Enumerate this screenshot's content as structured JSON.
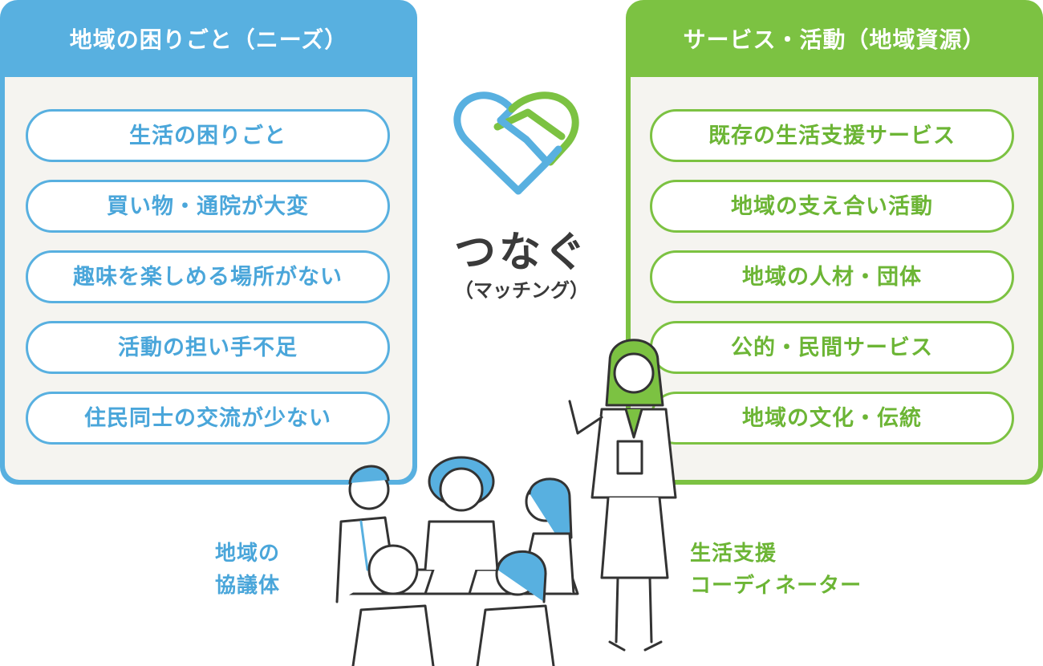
{
  "left_panel": {
    "title": "地域の困りごと（ニーズ）",
    "items": [
      "生活の困りごと",
      "買い物・通院が大変",
      "趣味を楽しめる場所がない",
      "活動の担い手不足",
      "住民同士の交流が少ない"
    ]
  },
  "right_panel": {
    "title": "サービス・活動（地域資源）",
    "items": [
      "既存の生活支援サービス",
      "地域の支え合い活動",
      "地域の人材・団体",
      "公的・民間サービス",
      "地域の文化・伝統"
    ]
  },
  "center": {
    "title": "つなぐ",
    "subtitle": "（マッチング）",
    "icon": "handshake-heart-icon"
  },
  "captions": {
    "council_line1": "地域の",
    "council_line2": "協議体",
    "coordinator_line1": "生活支援",
    "coordinator_line2": "コーディネーター"
  },
  "colors": {
    "needs_blue": "#58b0e0",
    "resources_green": "#7cc242",
    "panel_bg": "#f5f4f0",
    "text_dark": "#3a3a3a"
  }
}
